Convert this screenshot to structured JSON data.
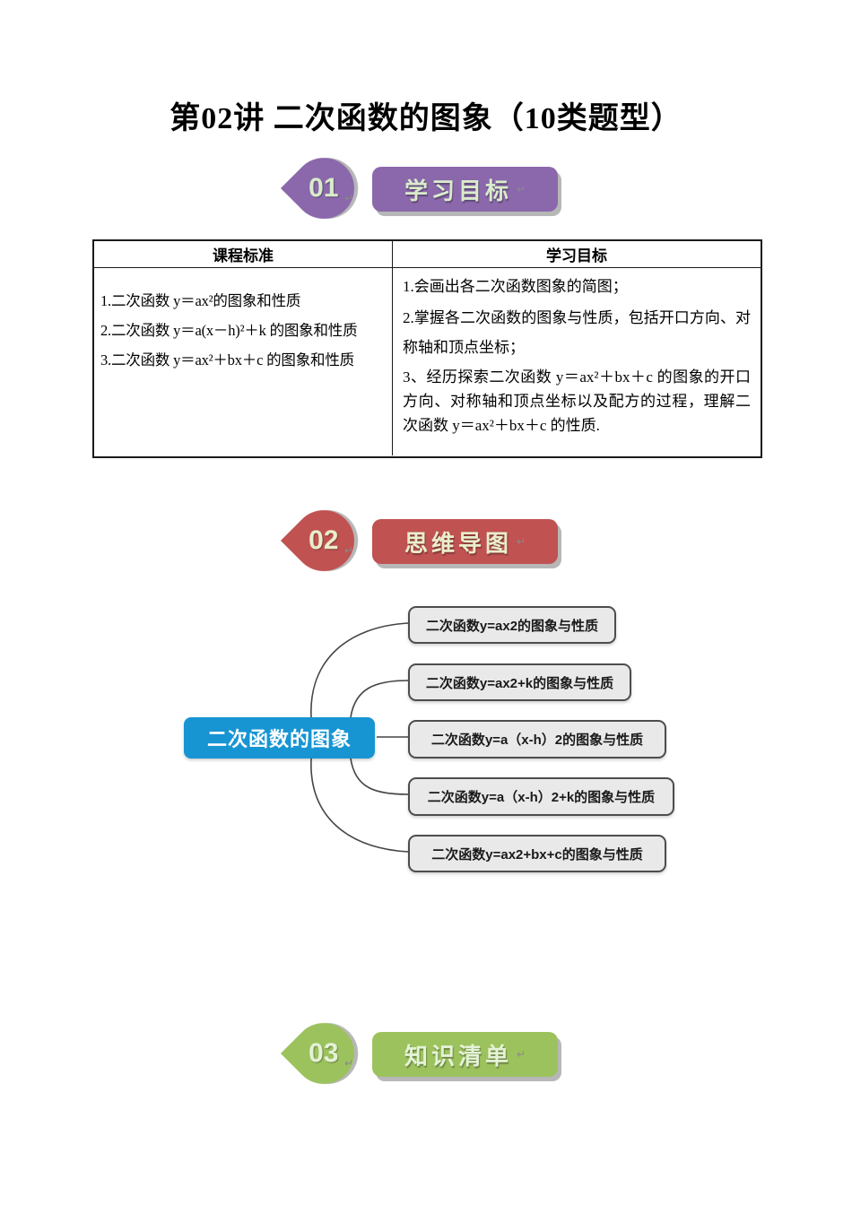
{
  "page": {
    "title": "第02讲 二次函数的图象（10类题型）",
    "return_mark": "↵"
  },
  "sections": [
    {
      "number": "01",
      "label": "学习目标",
      "color": "#8a68ab",
      "text_color": "#d9eccb"
    },
    {
      "number": "02",
      "label": "思维导图",
      "color": "#c05251",
      "text_color": "#e9eecb"
    },
    {
      "number": "03",
      "label": "知识清单",
      "color": "#9cc25d",
      "text_color": "#e4f2d6"
    }
  ],
  "table": {
    "headers": [
      "课程标准",
      "学习目标"
    ],
    "left_items": [
      "1.二次函数 y＝ax²的图象和性质",
      "2.二次函数 y＝a(x－h)²＋k 的图象和性质",
      "3.二次函数 y＝ax²＋bx＋c 的图象和性质"
    ],
    "right_items": [
      "1.会画出各二次函数图象的简图；",
      "2.掌握各二次函数的图象与性质，包括开口方向、对称轴和顶点坐标；",
      "3、经历探索二次函数 y＝ax²＋bx＋c 的图象的开口方向、对称轴和顶点坐标以及配方的过程，理解二次函数 y＝ax²＋bx＋c 的性质."
    ]
  },
  "mindmap": {
    "root": {
      "label": "二次函数的图象",
      "color": "#1795d3"
    },
    "branch_fill": "#e9e9e9",
    "branch_border": "#4d4d4d",
    "branches": [
      {
        "label": "二次函数y=ax2的图象与性质"
      },
      {
        "label": "二次函数y=ax2+k的图象与性质"
      },
      {
        "label": "二次函数y=a（x-h）2的图象与性质"
      },
      {
        "label": "二次函数y=a（x-h）2+k的图象与性质"
      },
      {
        "label": "二次函数y=ax2+bx+c的图象与性质"
      }
    ]
  }
}
